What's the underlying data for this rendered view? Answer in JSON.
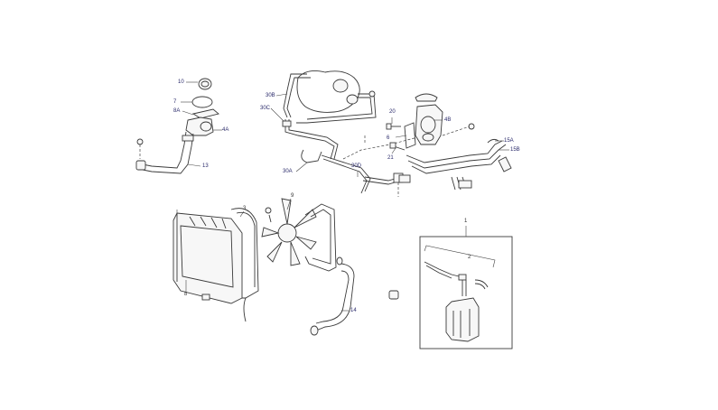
{
  "diagram": {
    "type": "exploded parts diagram",
    "subject": "engine cooling system",
    "colors": {
      "background": "#ffffff",
      "linework": "#3a3a3a",
      "callout_text": "#2b2b6b"
    },
    "groups": [
      {
        "name": "thermostat-housing-group",
        "callouts": [
          "10",
          "7",
          "8A",
          "4A",
          "13"
        ]
      },
      {
        "name": "coolant-pipes-group",
        "callouts": [
          "30B",
          "30C",
          "30A",
          "30D"
        ]
      },
      {
        "name": "water-pump-group",
        "callouts": [
          "20",
          "6",
          "21",
          "4B",
          "15A",
          "15B"
        ]
      },
      {
        "name": "radiator-fan-group",
        "callouts": [
          "3",
          "8",
          "9",
          "14"
        ]
      },
      {
        "name": "expansion-tank-kit",
        "callouts": [
          "1",
          "2"
        ]
      }
    ]
  },
  "labels": {
    "l10": "10",
    "l7": "7",
    "l8A": "8A",
    "l4A": "4A",
    "l13": "13",
    "l30B": "30B",
    "l30C": "30C",
    "l30A": "30A",
    "l30D": "30D",
    "l20": "20",
    "l6": "6",
    "l21": "21",
    "l4B": "4B",
    "l15A": "15A",
    "l15B": "15B",
    "l3": "3",
    "l8": "8",
    "l9": "9",
    "l14": "14",
    "l1": "1",
    "l2": "2"
  }
}
